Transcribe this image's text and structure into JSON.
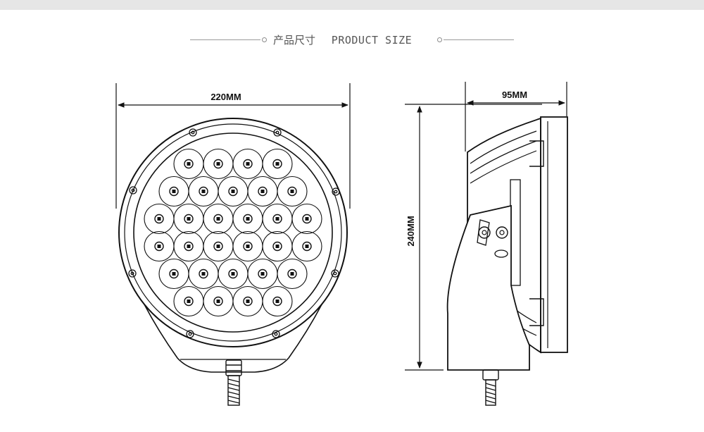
{
  "header": {
    "title_zh": "产品尺寸",
    "title_en": "PRODUCT SIZE"
  },
  "dimensions": {
    "width": "220MM",
    "depth": "95MM",
    "height": "240MM"
  },
  "colors": {
    "line": "#111111",
    "header_rule": "#9a9a9a",
    "top_bar": "#e6e6e6"
  },
  "front_view": {
    "led_rows": [
      4,
      5,
      6,
      6,
      5,
      4
    ]
  }
}
